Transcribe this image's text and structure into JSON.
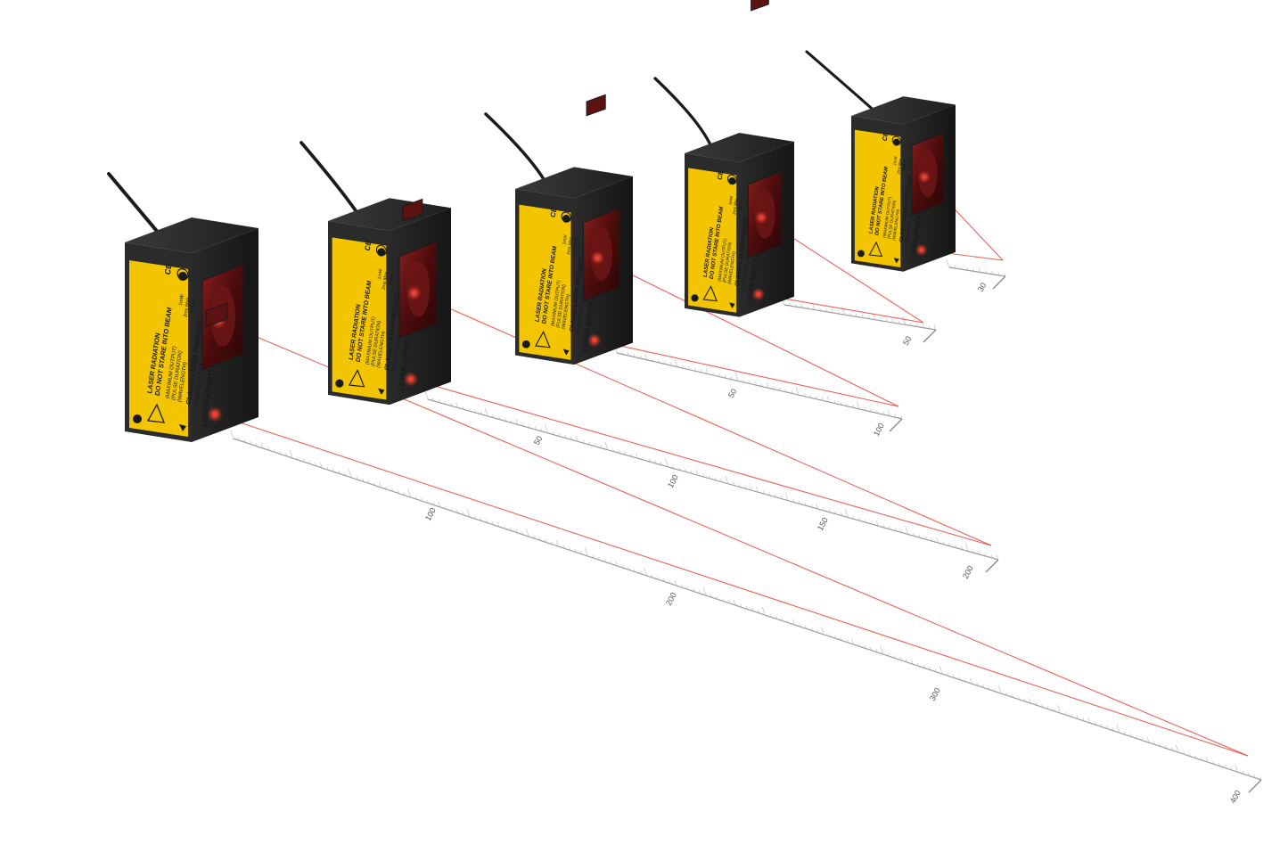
{
  "label": {
    "line1": "LASER RADIATION",
    "line2": "DO NOT STARE INTO BEAM",
    "line3": "(MAXIMUM OUTPUT)",
    "line4": "(PULSE DURATION)",
    "line5": "(WAVELENGTH)",
    "output": "1mW",
    "pulse": "2ms Max.",
    "wavelength": "655nm",
    "class": "CLASS2 LASER PRODUCT",
    "standard": "(IEC60825-1:2014)",
    "aperture": "LASER APERTURE",
    "ce": "CE",
    "year": "10"
  },
  "sensors": [
    {
      "name": "sensor-1",
      "scale_ticks": [
        "100",
        "200",
        "300",
        "400"
      ]
    },
    {
      "name": "sensor-2",
      "scale_ticks": [
        "50",
        "100",
        "150",
        "200"
      ]
    },
    {
      "name": "sensor-3",
      "scale_ticks": [
        "50",
        "100"
      ]
    },
    {
      "name": "sensor-4",
      "scale_ticks": [
        "50"
      ]
    },
    {
      "name": "sensor-5",
      "scale_ticks": [
        "30"
      ]
    }
  ],
  "colors": {
    "housing": "#2b2b2b",
    "label": "#f2c500",
    "laser": "#e8463c",
    "window": "#5a1212"
  }
}
